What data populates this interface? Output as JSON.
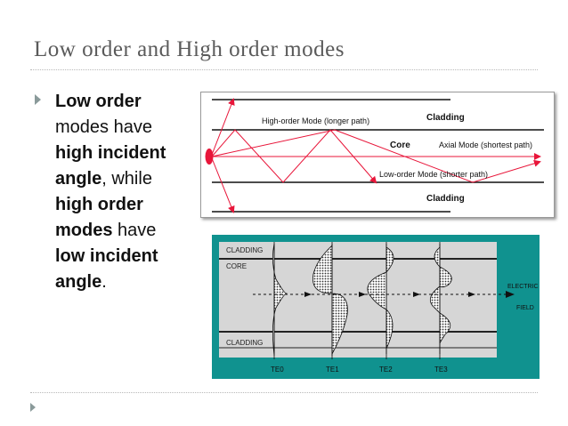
{
  "slide": {
    "title": "Low order and High order modes",
    "bullet": {
      "p1": "Low order",
      "p2": " modes have ",
      "p3": "high incident angle",
      "p4": ", while ",
      "p5": "high order modes",
      "p6": " have ",
      "p7": "low incident angle",
      "p8": "."
    }
  },
  "figure1": {
    "high_order": "High-order Mode (longer path)",
    "cladding_top": "Cladding",
    "core": "Core",
    "axial": "Axial Mode (shortest path)",
    "low_order": "Low-order Mode (shorter path)",
    "cladding_bottom": "Cladding"
  },
  "figure2": {
    "cladding_top": "CLADDING",
    "core": "CORE",
    "cladding_bottom": "CLADDING",
    "electric": "ELECTRIC",
    "field": "FIELD",
    "te0": "TE0",
    "te1": "TE1",
    "te2": "TE2",
    "te3": "TE3"
  },
  "colors": {
    "ray": "#e8163a",
    "panel": "#10928f",
    "title": "#5a5a5a"
  }
}
